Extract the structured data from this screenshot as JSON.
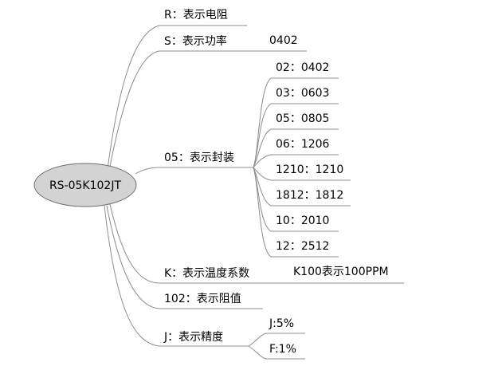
{
  "root": "RS-05K102JT",
  "branches": [
    {
      "key": "R",
      "label": "R：表示电阻",
      "children": []
    },
    {
      "key": "S",
      "label": "S：表示功率",
      "children": [
        "0402"
      ]
    },
    {
      "key": "05",
      "label": "05：表示封装",
      "children": [
        "02：0402",
        "03：0603",
        "05：0805",
        "06：1206",
        "1210：1210",
        "1812：1812",
        "10：2010",
        "12：2512"
      ]
    },
    {
      "key": "K",
      "label": "K：表示温度系数",
      "children": [
        "K100表示100PPM"
      ]
    },
    {
      "key": "102",
      "label": "102：表示阻值",
      "children": []
    },
    {
      "key": "J",
      "label": "J：表示精度",
      "children": [
        "J:5%",
        "F:1%"
      ]
    }
  ],
  "colors": {
    "root_fill": "#d3d3d3",
    "root_stroke": "#6e6e6e",
    "line": "#8c8c8c",
    "text": "#000000"
  }
}
